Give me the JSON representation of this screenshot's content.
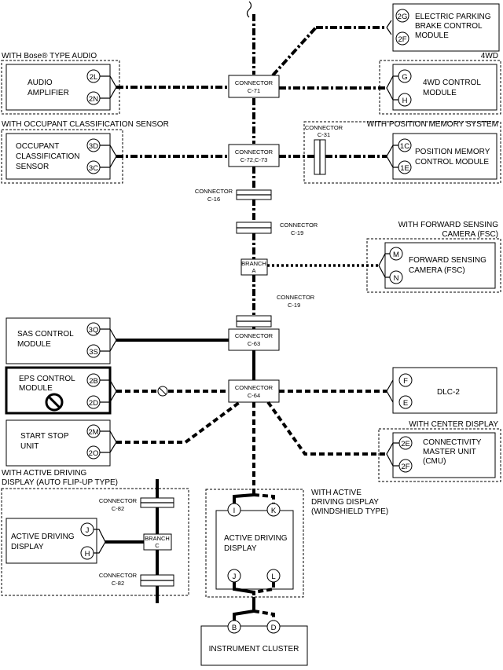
{
  "labels": {
    "epb": [
      "ELECTRIC PARKING",
      "BRAKE CONTROL",
      "MODULE"
    ],
    "bose_group": "WITH Bose® TYPE AUDIO",
    "fourwd_group": "4WD",
    "audio": [
      "AUDIO",
      "AMPLIFIER"
    ],
    "fourwd": [
      "4WD CONTROL",
      "MODULE"
    ],
    "ocs_group": "WITH OCCUPANT CLASSIFICATION SENSOR",
    "ocs": [
      "OCCUPANT",
      "CLASSIFICATION",
      "SENSOR"
    ],
    "pm_group": "WITH POSITION MEMORY SYSTEM",
    "pm": [
      "POSITION MEMORY",
      "CONTROL MODULE"
    ],
    "fsc_group": [
      "WITH FORWARD SENSING",
      "CAMERA (FSC)"
    ],
    "fsc": [
      "FORWARD SENSING",
      "CAMERA (FSC)"
    ],
    "sas": [
      "SAS CONTROL",
      "MODULE"
    ],
    "eps": [
      "EPS CONTROL",
      "MODULE"
    ],
    "dlc": "DLC-2",
    "ss": [
      "START STOP",
      "UNIT"
    ],
    "cmu_group": "WITH CENTER DISPLAY",
    "cmu": [
      "CONNECTIVITY",
      "MASTER UNIT",
      "(CMU)"
    ],
    "adf_group": [
      "WITH ACTIVE DRIVING",
      "DISPLAY (AUTO FLIP-UP TYPE)"
    ],
    "adf": [
      "ACTIVE DRIVING",
      "DISPLAY"
    ],
    "adw_group": [
      "WITH ACTIVE",
      "DRIVING DISPLAY",
      "(WINDSHIELD TYPE)"
    ],
    "adw": [
      "ACTIVE DRIVING",
      "DISPLAY"
    ],
    "ic": "INSTRUMENT CLUSTER"
  },
  "connectors": {
    "c71": [
      "CONNECTOR",
      "C-71"
    ],
    "c72": [
      "CONNECTOR",
      "C-72,C-73"
    ],
    "c31": [
      "CONNECTOR",
      "C-31"
    ],
    "c16": [
      "CONNECTOR",
      "C-16"
    ],
    "c19a": [
      "CONNECTOR",
      "C-19"
    ],
    "branchA": [
      "BRANCH",
      "A"
    ],
    "c19b": [
      "CONNECTOR",
      "C-19"
    ],
    "c63": [
      "CONNECTOR",
      "C-63"
    ],
    "c64": [
      "CONNECTOR",
      "C-64"
    ],
    "c82a": [
      "CONNECTOR",
      "C-82"
    ],
    "branchC": [
      "BRANCH",
      "C"
    ],
    "c82b": [
      "CONNECTOR",
      "C-82"
    ]
  },
  "pins": {
    "epb": [
      "2G",
      "2F"
    ],
    "audio": [
      "2L",
      "2N"
    ],
    "fourwd": [
      "G",
      "H"
    ],
    "ocs": [
      "3D",
      "3C"
    ],
    "pm": [
      "1C",
      "1E"
    ],
    "fsc": [
      "M",
      "N"
    ],
    "sas": [
      "3Q",
      "3S"
    ],
    "eps": [
      "2B",
      "2D"
    ],
    "dlc": [
      "F",
      "E"
    ],
    "ss": [
      "2M",
      "2O"
    ],
    "cmu": [
      "2E",
      "2F"
    ],
    "adf": [
      "J",
      "H"
    ],
    "adw_top": [
      "I",
      "K"
    ],
    "adw_bot": [
      "J",
      "L"
    ],
    "ic": [
      "B",
      "D"
    ]
  }
}
